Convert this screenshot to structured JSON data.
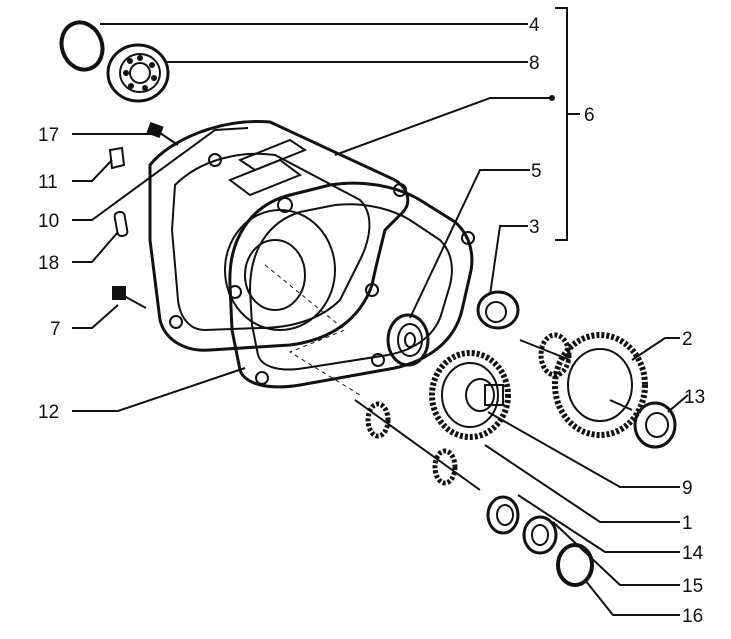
{
  "diagram": {
    "callouts": [
      {
        "id": "c4",
        "label": "4"
      },
      {
        "id": "c8",
        "label": "8"
      },
      {
        "id": "c6",
        "label": "6"
      },
      {
        "id": "c5",
        "label": "5"
      },
      {
        "id": "c3",
        "label": "3"
      },
      {
        "id": "c2",
        "label": "2"
      },
      {
        "id": "c13",
        "label": "13"
      },
      {
        "id": "c9",
        "label": "9"
      },
      {
        "id": "c1",
        "label": "1"
      },
      {
        "id": "c14",
        "label": "14"
      },
      {
        "id": "c15",
        "label": "15"
      },
      {
        "id": "c16",
        "label": "16"
      },
      {
        "id": "c17",
        "label": "17"
      },
      {
        "id": "c11",
        "label": "11"
      },
      {
        "id": "c10",
        "label": "10"
      },
      {
        "id": "c18",
        "label": "18"
      },
      {
        "id": "c7",
        "label": "7"
      },
      {
        "id": "c12",
        "label": "12"
      }
    ]
  }
}
